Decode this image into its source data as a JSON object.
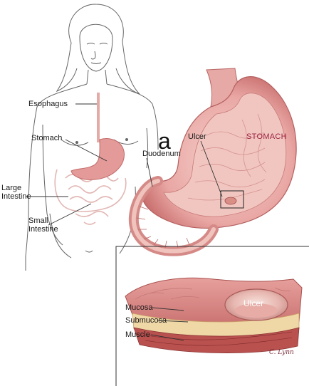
{
  "labels": {
    "esophagus": "Esophagus",
    "stomach": "Stomach",
    "large_intestine": "Large\nIntestine",
    "small_intestine": "Small\nIntestine",
    "duodenum": "Duodenum",
    "ulcer": "Ulcer",
    "stomach_caps": "STOMACH",
    "inset_ulcer": "Ulcer",
    "mucosa": "Mucosa",
    "submucosa": "Submucosa",
    "muscle": "Muscle"
  },
  "cropped_text": "a",
  "signature": "C. Lynn",
  "colors": {
    "stomach_fill": "#e9a7a4",
    "stomach_inner": "#f3c9c3",
    "stomach_wall": "#c9706f",
    "muscle": "#b9514f",
    "fat": "#f0d7a6",
    "line": "#444444",
    "title": "#9b2242"
  }
}
